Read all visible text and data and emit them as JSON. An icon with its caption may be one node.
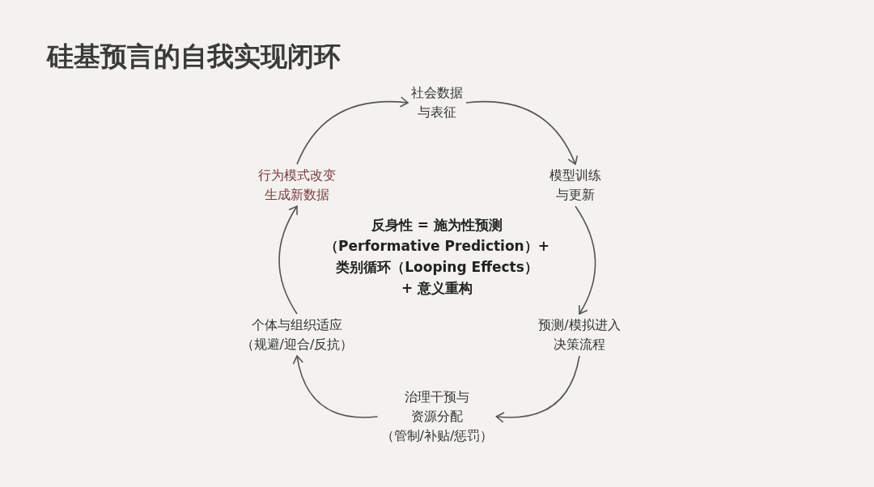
{
  "diagram": {
    "title": "硅基预言的自我实现闭环",
    "nodes": [
      {
        "text": [
          "社会数据与表征"
        ]
      },
      {
        "text": [
          "模型训练与更新"
        ]
      },
      {
        "text": [
          "预测/模拟进入决策流程"
        ]
      },
      {
        "text": [
          "治理干预与资源分配（管制/补贴/惩罚）"
        ]
      },
      {
        "text": [
          "个体与组织适应（规避/迎合/反抗）"
        ]
      },
      {
        "text": [
          "行为模式改变生成新数据"
        ]
      }
    ],
    "edges": [
      {
        "from": 0,
        "to": 1,
        "arrow": "to"
      },
      {
        "from": 1,
        "to": 2,
        "arrow": "to"
      },
      {
        "from": 2,
        "to": 3,
        "arrow": "to"
      },
      {
        "from": 3,
        "to": 4,
        "arrow": "to"
      },
      {
        "from": 4,
        "to": 5,
        "arrow": "to"
      },
      {
        "from": 5,
        "to": 0,
        "arrow": "to"
      }
    ],
    "labels": [
      "反身性 = 施为性预测（Performative Prediction）+类别循环（Looping Effects）+ 意义重构"
    ]
  }
}
